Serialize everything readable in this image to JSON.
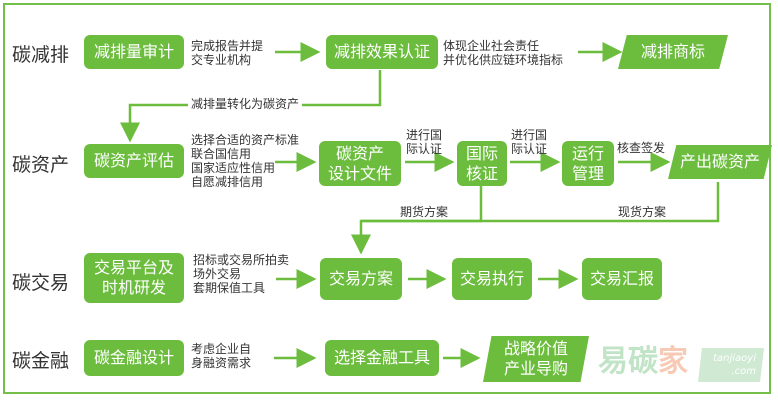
{
  "rows": {
    "r1": "碳减排",
    "r2": "碳资产",
    "r3": "碳交易",
    "r4": "碳金融"
  },
  "boxes": {
    "audit": "减排量审计",
    "verify": "减排效果认证",
    "trademark": "减排商标",
    "evaluate": "碳资产评估",
    "design": "碳资产\n设计文件",
    "intl": "国际\n核证",
    "operate": "运行\n管理",
    "output": "产出碳资产",
    "platform": "交易平台及\n时机研发",
    "plan": "交易方案",
    "execute": "交易执行",
    "report": "交易汇报",
    "fin_design": "碳金融设计",
    "fin_tool": "选择金融工具",
    "strategy": "战略价值\n产业导购"
  },
  "notes": {
    "n1": "完成报告并提\n交专业机构",
    "n2": "体现企业社会责任\n并优化供应链环境指标",
    "n3": "减排量转化为碳资产",
    "n4": "选择合适的资产标准\n联合国信用\n国家适应性信用\n自愿减排信用",
    "n5": "进行国\n际认证",
    "n6": "进行国\n际认证",
    "n7": "核查签发",
    "n8": "期货方案",
    "n9": "现货方案",
    "n10": "招标或交易所拍卖\n场外交易\n套期保值工具",
    "n11": "考虑企业自\n身融资需求"
  },
  "watermark": {
    "brand_a": "易碳",
    "brand_b": "家",
    "domain": "tanjiaoyi\n.com"
  },
  "colors": {
    "green": "#6cbd3e",
    "line": "#74bf4a",
    "text": "#333333",
    "wm_orange": "#f2a07a",
    "wm_green": "#8fcf9a"
  }
}
